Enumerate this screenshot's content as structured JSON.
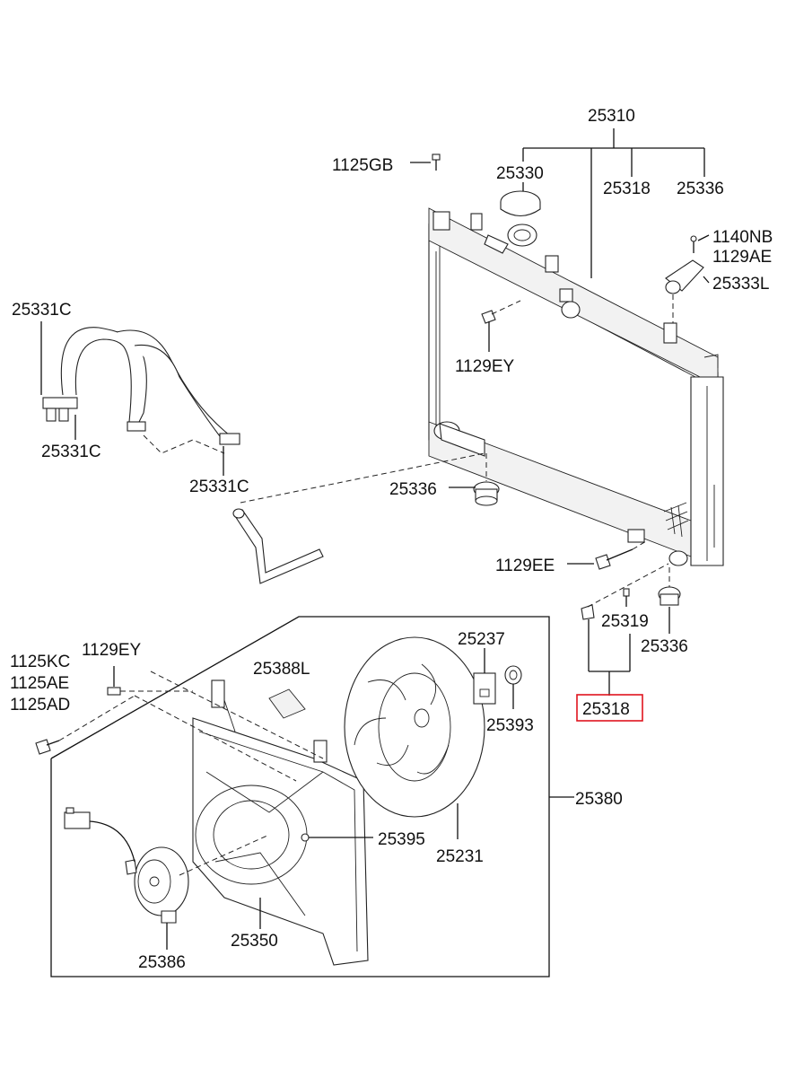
{
  "labels": {
    "p25310": "25310",
    "p1125GB": "1125GB",
    "p25330": "25330",
    "p25318_top": "25318",
    "p25336_top": "25336",
    "p1140NB": "1140NB",
    "p1129AE": "1129AE",
    "p25333L": "25333L",
    "p1129EY_top": "1129EY",
    "p25331C_a": "25331C",
    "p25331C_b": "25331C",
    "p25331C_c": "25331C",
    "p25336_mid": "25336",
    "p1129EE": "1129EE",
    "p25319": "25319",
    "p25336_low": "25336",
    "p25318_box": "25318",
    "p1125KC": "1125KC",
    "p1125AE": "1125AE",
    "p1125AD": "1125AD",
    "p1129EY_low": "1129EY",
    "p25388L": "25388L",
    "p25237": "25237",
    "p25393": "25393",
    "p25380": "25380",
    "p25395": "25395",
    "p25231": "25231",
    "p25350": "25350",
    "p25386": "25386"
  },
  "highlight": {
    "part": "25318",
    "color": "#e0141e"
  }
}
